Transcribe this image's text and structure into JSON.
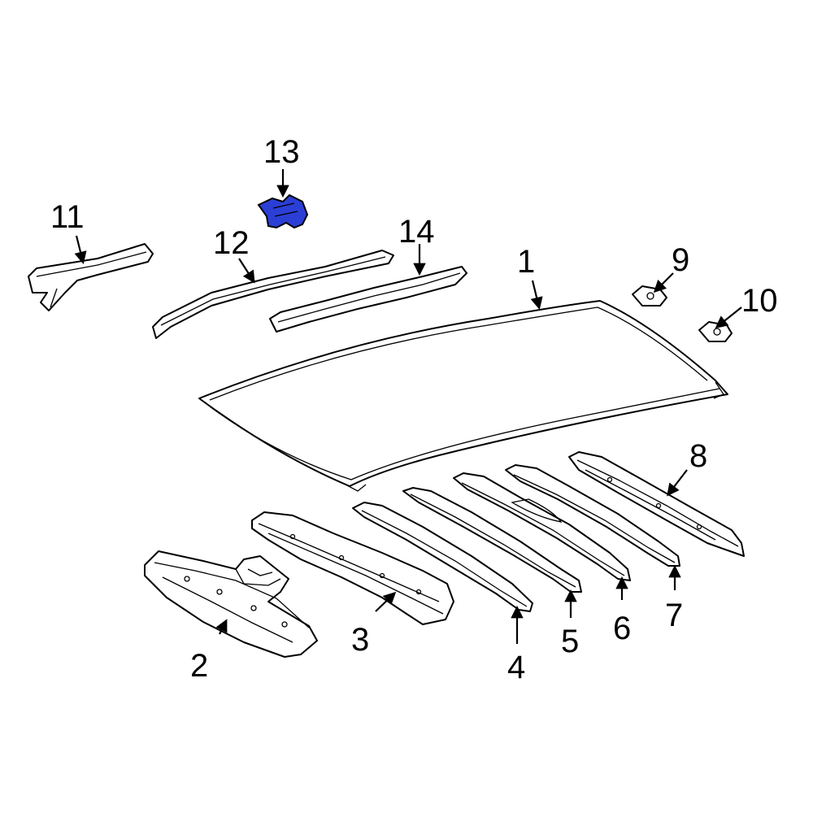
{
  "diagram": {
    "highlight_color": "#2b3fd6",
    "line_color": "#000000",
    "background_color": "#ffffff",
    "highlighted_part": "13",
    "callouts": [
      {
        "id": "1",
        "label": "1"
      },
      {
        "id": "2",
        "label": "2"
      },
      {
        "id": "3",
        "label": "3"
      },
      {
        "id": "4",
        "label": "4"
      },
      {
        "id": "5",
        "label": "5"
      },
      {
        "id": "6",
        "label": "6"
      },
      {
        "id": "7",
        "label": "7"
      },
      {
        "id": "8",
        "label": "8"
      },
      {
        "id": "9",
        "label": "9"
      },
      {
        "id": "10",
        "label": "10"
      },
      {
        "id": "11",
        "label": "11"
      },
      {
        "id": "12",
        "label": "12"
      },
      {
        "id": "13",
        "label": "13"
      },
      {
        "id": "14",
        "label": "14"
      }
    ]
  }
}
